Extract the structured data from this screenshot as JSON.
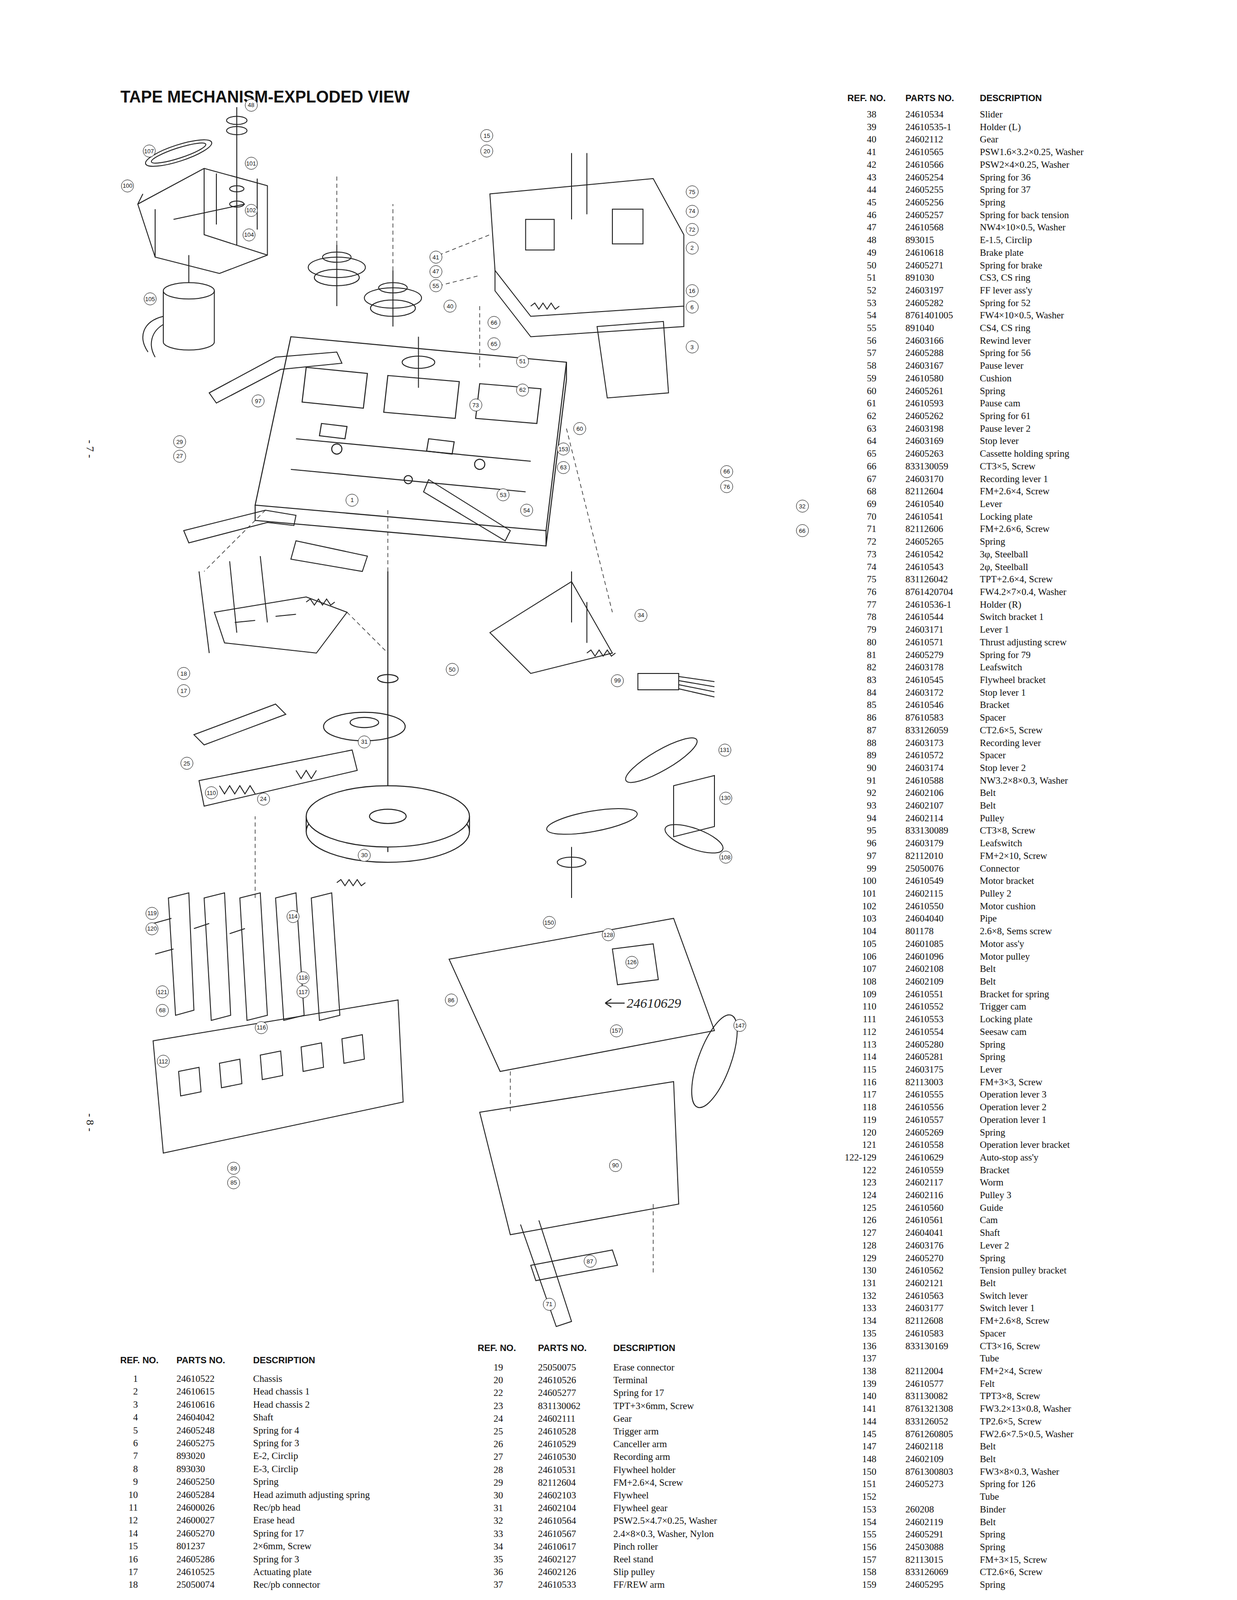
{
  "diagram": {
    "title": "TAPE MECHANISM-EXPLODED VIEW",
    "labels": [
      "REF. NO.",
      "PARTS NO.",
      "DESCRIPTION",
      "38",
      "24610534",
      "Slider",
      "39",
      "24610535-1",
      "Holder (L)",
      "40",
      "24602112",
      "Gear",
      "41",
      "24610565",
      "PSW1.6×3.2×0.25, Washer",
      "42",
      "24610566",
      "PSW2×4×0.25, Washer",
      "43",
      "24605254",
      "Spring for 36",
      "44",
      "24605255",
      "Spring for 37",
      "45",
      "24605256",
      "Spring",
      "46",
      "24605257",
      "Spring for back tension",
      "47",
      "24610568",
      "NW4×10×0.5, Washer",
      "48",
      "893015",
      "E-1.5, Circlip",
      "49",
      "24610618",
      "Brake plate",
      "50",
      "24605271",
      "Spring for brake",
      "51",
      "891030",
      "CS3, CS ring",
      "52",
      "24603197",
      "FF lever ass'y",
      "53",
      "24605282",
      "Spring for 52",
      "54",
      "8761401005",
      "FW4×10×0.5, Washer",
      "55",
      "891040",
      "CS4, CS ring",
      "56",
      "24603166",
      "Rewind lever",
      "57",
      "24605288",
      "Spring for 56",
      "58",
      "24603167",
      "Pause lever",
      "59",
      "24610580",
      "Cushion",
      "60",
      "24605261",
      "Spring",
      "61",
      "24610593",
      "Pause cam",
      "62",
      "24605262",
      "Spring for 61",
      "63",
      "24603198",
      "Pause lever 2",
      "64",
      "24603169",
      "Stop lever",
      "65",
      "24605263",
      "Cassette holding spring",
      "66",
      "833130059",
      "CT3×5, Screw",
      "67",
      "24603170",
      "Recording lever 1",
      "68",
      "82112604",
      "FM+2.6×4, Screw",
      "69",
      "24610540",
      "Lever",
      "70",
      "24610541",
      "Locking plate",
      "71",
      "82112606",
      "FM+2.6×6, Screw",
      "72",
      "24605265",
      "Spring",
      "73",
      "24610542",
      "3φ, Steelball",
      "74",
      "24610543",
      "2φ, Steelball",
      "75",
      "831126042",
      "TPT+2.6×4, Screw",
      "76",
      "8761420704",
      "FW4.2×7×0.4, Washer",
      "77",
      "24610536-1",
      "Holder (R)",
      "78",
      "24610544",
      "Switch bracket 1",
      "79",
      "24603171",
      "Lever 1",
      "80",
      "24610571",
      "Thrust adjusting screw",
      "81",
      "24605279",
      "Spring for 79",
      "82",
      "24603178",
      "Leafswitch",
      "83",
      "24610545",
      "Flywheel bracket",
      "84",
      "24603172",
      "Stop lever 1",
      "85",
      "24610546",
      "Bracket",
      "86",
      "87610583",
      "Spacer",
      "87",
      "833126059",
      "CT2.6×5, Screw",
      "88",
      "24603173",
      "Recording lever",
      "89",
      "24610572",
      "Spacer",
      "90",
      "24603174",
      "Stop lever 2",
      "91",
      "24610588",
      "NW3.2×8×0.3, Washer",
      "92",
      "24602106",
      "Belt",
      "93",
      "24602107",
      "Belt",
      "94",
      "24602114",
      "Pulley",
      "95",
      "833130089",
      "CT3×8, Screw",
      "96",
      "24603179",
      "Leafswitch",
      "97",
      "82112010",
      "FM+2×10, Screw",
      "99",
      "25050076",
      "Connector",
      "100",
      "24610549",
      "Motor bracket",
      "101",
      "24602115",
      "Pulley 2",
      "102",
      "24610550",
      "Motor cushion",
      "103",
      "24604040",
      "Pipe",
      "104",
      "801178",
      "2.6×8, Sems screw",
      "105",
      "24601085",
      "Motor ass'y",
      "106",
      "24601096",
      "Motor pulley",
      "107",
      "24602108",
      "Belt",
      "108",
      "24602109",
      "Belt",
      "109",
      "24610551",
      "Bracket for spring",
      "110",
      "24610552",
      "Trigger cam",
      "111",
      "24610553",
      "Locking plate",
      "112",
      "24610554",
      "Seesaw cam",
      "113",
      "24605280",
      "Spring",
      "114",
      "24605281",
      "Spring",
      "115",
      "24603175",
      "Lever",
      "116",
      "82113003",
      "FM+3×3, Screw",
      "117",
      "24610555",
      "Operation lever 3",
      "118",
      "24610556",
      "Operation lever 2",
      "119",
      "24610557",
      "Operation lever 1",
      "120",
      "24605269",
      "Spring",
      "121",
      "24610558",
      "Operation lever bracket",
      "122-129",
      "24610629",
      "Auto-stop ass'y",
      "122",
      "24610559",
      "Bracket",
      "123",
      "24602117",
      "Worm",
      "124",
      "24602116",
      "Pulley 3",
      "125",
      "24610560",
      "Guide",
      "126",
      "24610561",
      "Cam",
      "127",
      "24604041",
      "Shaft",
      "128",
      "24603176",
      "Lever 2",
      "129",
      "24605270",
      "Spring",
      "130",
      "24610562",
      "Tension pulley bracket",
      "131",
      "24602121",
      "Belt",
      "132",
      "24610563",
      "Switch lever",
      "133",
      "24603177",
      "Switch lever 1",
      "134",
      "82112608",
      "FM+2.6×8, Screw",
      "135",
      "24610583",
      "Spacer",
      "136",
      "833130169",
      "CT3×16, Screw",
      "137",
      "Tube",
      "138",
      "82112004",
      "FM+2×4, Screw",
      "139",
      "24610577",
      "Felt",
      "140",
      "831130082",
      "TPT3×8, Screw",
      "141",
      "8761321308",
      "FW3.2×13×0.8, Washer",
      "144",
      "833126052",
      "TP2.6×5, Screw",
      "145",
      "8761260805",
      "FW2.6×7.5×0.5, Washer",
      "147",
      "24602118",
      "Belt",
      "148",
      "24602109",
      "Belt",
      "150",
      "8761300803",
      "FW3×8×0.3, Washer",
      "151",
      "24605273",
      "Spring for 126",
      "152",
      "Tube",
      "153",
      "260208",
      "Binder",
      "154",
      "24602119",
      "Belt",
      "155",
      "24605291",
      "Spring",
      "156",
      "24503088",
      "Spring",
      "157",
      "82113015",
      "FM+3×15, Screw",
      "158",
      "833126069",
      "CT2.6×6, Screw",
      "159",
      "24605295",
      "Spring",
      "REF. NO.",
      "PARTS NO.",
      "DESCRIPTION",
      "1",
      "24610522",
      "Chassis",
      "2",
      "24610615",
      "Head chassis 1",
      "3",
      "24610616",
      "Head chassis 2",
      "4",
      "24604042",
      "Shaft",
      "5",
      "24605248",
      "Spring for 4",
      "6",
      "24605275",
      "Spring for 3",
      "7",
      "893020",
      "E-2, Circlip",
      "8",
      "893030",
      "E-3, Circlip",
      "9",
      "24605250",
      "Spring",
      "10",
      "24605284",
      "Head azimuth adjusting spring",
      "11",
      "24600026",
      "Rec/pb head",
      "12",
      "24600027",
      "Erase head",
      "14",
      "24605270",
      "Spring for 17",
      "15",
      "801237",
      "2×6mm, Screw",
      "16",
      "24605286",
      "Spring for 3",
      "17",
      "24610525",
      "Actuating plate",
      "18",
      "25050074",
      "Rec/pb connector",
      "REF. NO.",
      "PARTS NO.",
      "DESCRIPTION",
      "19",
      "25050075",
      "Erase connector",
      "20",
      "24610526",
      "Terminal",
      "22",
      "24605277",
      "Spring for 17",
      "23",
      "831130062",
      "TPT+3×6mm, Screw",
      "24",
      "24602111",
      "Gear",
      "25",
      "24610528",
      "Trigger arm",
      "26",
      "24610529",
      "Canceller arm",
      "27",
      "24610530",
      "Recording arm",
      "28",
      "24610531",
      "Flywheel holder",
      "29",
      "82112604",
      "FM+2.6×4, Screw",
      "30",
      "24602103",
      "Flywheel",
      "31",
      "24602104",
      "Flywheel gear",
      "32",
      "24610564",
      "PSW2.5×4.7×0.25, Washer",
      "33",
      "24610567",
      "2.4×8×0.3, Washer, Nylon",
      "34",
      "24610617",
      "Pinch roller",
      "35",
      "24602127",
      "Reel stand",
      "36",
      "24602126",
      "Slip pulley",
      "37",
      "24610533",
      "FF/REW arm",
      "- 7 -",
      "- 8 -",
      "24610629",
      "107",
      "100",
      "48",
      "101",
      "102",
      "104",
      "105",
      "15",
      "20",
      "75",
      "74",
      "72",
      "2",
      "16",
      "6",
      "3",
      "41",
      "47",
      "55",
      "40",
      "66",
      "65",
      "51",
      "62",
      "97",
      "1",
      "63",
      "60",
      "53",
      "54",
      "66",
      "76",
      "32",
      "66",
      "99",
      "34",
      "50",
      "31",
      "30",
      "110",
      "119",
      "120",
      "121",
      "68",
      "112",
      "89",
      "85",
      "131",
      "130",
      "108",
      "153",
      "73",
      "29",
      "27",
      "18",
      "17",
      "25",
      "24",
      "147",
      "86",
      "157",
      "150",
      "71",
      "87",
      "90",
      "114",
      "118",
      "117",
      "116",
      "128",
      "126"
    ]
  }
}
